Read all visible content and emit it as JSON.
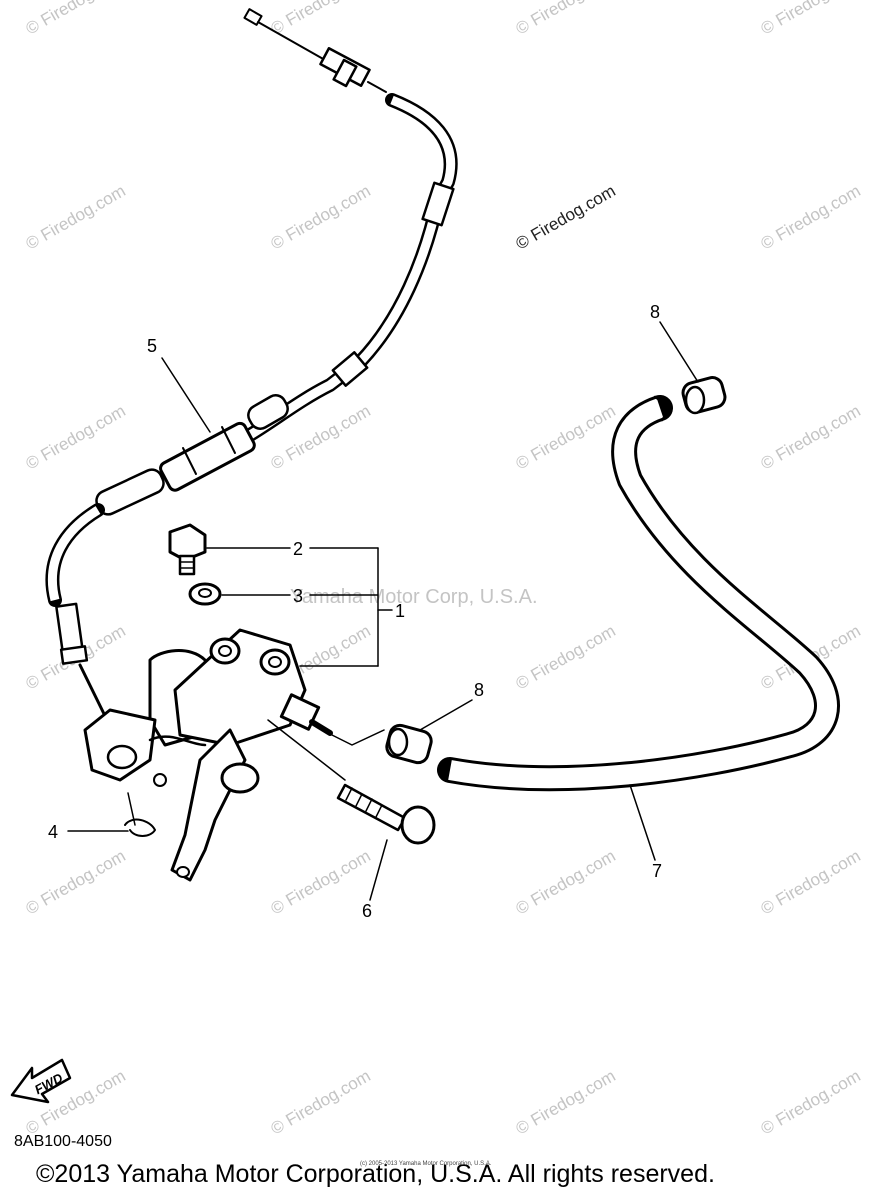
{
  "watermark": {
    "text": "© Firedog.com",
    "center_text": "Yamaha Motor Corp, U.S.A."
  },
  "callouts": {
    "c1": "1",
    "c2": "2",
    "c3": "3",
    "c4": "4",
    "c5": "5",
    "c6": "6",
    "c7": "7",
    "c8a": "8",
    "c8b": "8"
  },
  "fwd_label": "FWD",
  "diagram_code": "8AB100-4050",
  "fine_print": "(c) 2005-2013 Yamaha Motor Corporation, U.S.A.",
  "copyright": "©2013 Yamaha Motor Corporation, U.S.A. All rights reserved.",
  "colors": {
    "ink": "#000000",
    "watermark": "#c4c4c4",
    "background": "#ffffff"
  }
}
